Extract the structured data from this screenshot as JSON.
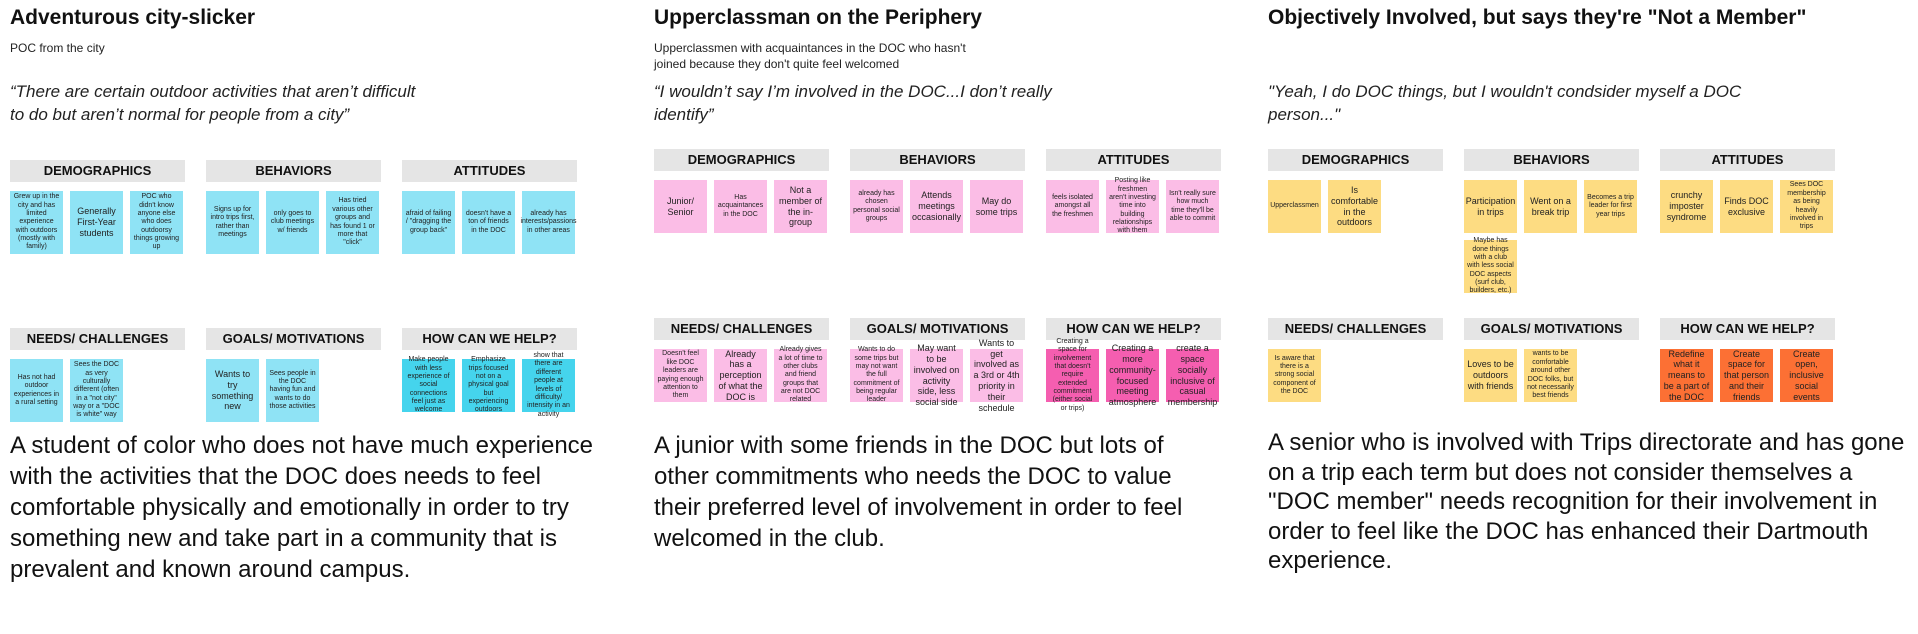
{
  "personas": [
    {
      "title": "Adventurous city-slicker",
      "subtitle": "POC from the city",
      "quote": "“There are certain outdoor activities that aren’t difficult to do but aren’t normal for people from a city”",
      "colors": {
        "note": "#8fe3f5",
        "help": "#45d4ed"
      },
      "sections": [
        {
          "header": "DEMOGRAPHICS",
          "notes": [
            "Grew up in the city and has limited experience with outdoors (mostly with family)",
            "Generally First-Year students",
            "POC who didn't know anyone else who does outdoorsy things growing up"
          ]
        },
        {
          "header": "BEHAVIORS",
          "notes": [
            "Signs up for intro trips first, rather than meetings",
            "only goes to club meetings w/ friends",
            "Has tried various other groups and has found 1 or more that \"click\""
          ]
        },
        {
          "header": "ATTITUDES",
          "notes": [
            "afraid of failing / \"dragging the group back\"",
            "doesn't have a ton of friends in the DOC",
            "already has interests/passions in other areas"
          ]
        },
        {
          "header": "NEEDS/ CHALLENGES",
          "notes": [
            "Has not had outdoor experiences in a rural setting",
            "Sees the DOC as very culturally different (often in a \"not city\" way or a \"DOC is white\" way"
          ]
        },
        {
          "header": "GOALS/ MOTIVATIONS",
          "notes": [
            "Wants to try something new",
            "Sees people in the DOC having fun and wants to do those activities"
          ]
        },
        {
          "header": "HOW CAN WE HELP?",
          "notes": [
            "Make people with less experience of social connections feel just as welcome",
            "Emphasize trips focused not on a physical goal but experiencing outdoors",
            "show that there are different people at levels of difficulty/ intensity in an activity"
          ]
        }
      ],
      "description": "A student of color who does not have much experience with the activities that the DOC does needs to feel comfortable physically and emotionally in order to try something new and take part in a community that is prevalent and known around campus."
    },
    {
      "title": "Upperclassman on the Periphery",
      "subtitle": "Upperclassmen with acquaintances in the DOC who hasn't joined because they don't quite feel welcomed",
      "quote": "“I wouldn’t say I’m involved in the DOC...I don’t really identify”",
      "colors": {
        "note": "#fbbde6",
        "help": "#f55eb0"
      },
      "sections": [
        {
          "header": "DEMOGRAPHICS",
          "notes": [
            "Junior/ Senior",
            "Has acquaintances in the DOC",
            "Not a member of the in-group"
          ]
        },
        {
          "header": "BEHAVIORS",
          "notes": [
            "already has chosen personal social groups",
            "Attends meetings occasionally",
            "May do some trips"
          ]
        },
        {
          "header": "ATTITUDES",
          "notes": [
            "feels isolated amongst all the freshmen",
            "Posting like freshmen aren't investing time into building relationships with them",
            "Isn't really sure how much time they'll be able to commit"
          ]
        },
        {
          "header": "NEEDS/ CHALLENGES",
          "notes": [
            "Doesn't feel like DOC leaders are paying enough attention to them",
            "Already has a perception of what the DOC is",
            "Already gives a lot of time to other clubs and friend groups that are not DOC related"
          ]
        },
        {
          "header": "GOALS/ MOTIVATIONS",
          "notes": [
            "Wants to do some trips but may not want the full commitment of being regular leader",
            "May want to be involved on activity side, less social side",
            "Wants to get involved as a 3rd or 4th priority in their schedule"
          ]
        },
        {
          "header": "HOW CAN WE HELP?",
          "notes": [
            "Creating a space for involvement that doesn't require extended commitment (either social or trips)",
            "Creating a more community-focused meeting atmosphere",
            "create a space socially inclusive of casual membership"
          ]
        }
      ],
      "description": "A junior with some friends in the DOC but lots of other commitments who needs the DOC to value their preferred level of involvement in order to feel welcomed in the club."
    },
    {
      "title": "Objectively Involved, but says they're \"Not a Member\"",
      "subtitle": "",
      "quote": "\"Yeah, I do DOC things, but I wouldn't condsider myself a DOC person...\"",
      "colors": {
        "note": "#fddc82",
        "help": "#fc7034"
      },
      "sections": [
        {
          "header": "DEMOGRAPHICS",
          "notes": [
            "Upperclassmen",
            "Is comfortable in the outdoors"
          ]
        },
        {
          "header": "BEHAVIORS",
          "notes": [
            "Participation in trips",
            "Went on a break trip",
            "Becomes a trip leader for first year trips",
            "Maybe has done things with a club with less social DOC aspects (surf club, builders, etc.)"
          ]
        },
        {
          "header": "ATTITUDES",
          "notes": [
            "crunchy imposter syndrome",
            "Finds DOC exclusive",
            "Sees DOC membership as being heavily involved in trips"
          ]
        },
        {
          "header": "NEEDS/ CHALLENGES",
          "notes": [
            "Is aware that there is a strong social component of the DOC"
          ]
        },
        {
          "header": "GOALS/ MOTIVATIONS",
          "notes": [
            "Loves to be outdoors with friends",
            "wants to be comfortable around other DOC folks, but not necessarily best friends"
          ]
        },
        {
          "header": "HOW CAN WE HELP?",
          "notes": [
            "Redefine what it means to be a part of the DOC",
            "Create space for that person and their friends",
            "Create open, inclusive social events"
          ]
        }
      ],
      "description": "A senior who is involved with Trips directorate and has gone on a trip each term but does not consider themselves a \"DOC member\" needs recognition for their involvement in order to feel like the DOC has enhanced their Dartmouth experience."
    }
  ]
}
